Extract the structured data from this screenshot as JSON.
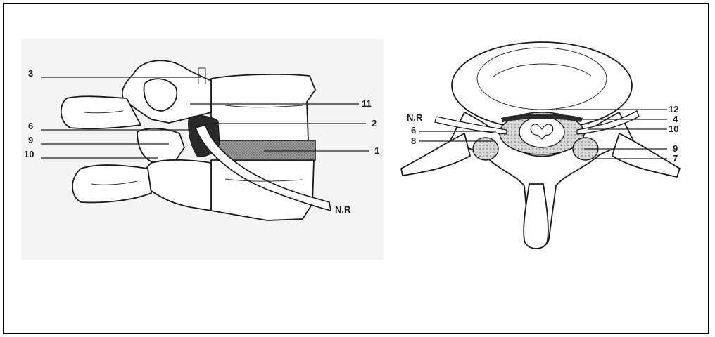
{
  "colors": {
    "paper": "#ffffff",
    "ink": "#1a1a1a",
    "disc": "#8a8a8a",
    "ligament": "#2a2a2a",
    "background_tint": "#f3f3f3"
  },
  "left_view": {
    "labels": {
      "l3": "3",
      "l6": "6",
      "l9": "9",
      "l10": "10",
      "l11": "11",
      "l2": "2",
      "l1": "1",
      "nr": "N.R"
    }
  },
  "right_view": {
    "labels": {
      "nr": "N.R",
      "l6": "6",
      "l8": "8",
      "l12": "12",
      "l4": "4",
      "l10": "10",
      "l9": "9",
      "l7": "7"
    }
  }
}
